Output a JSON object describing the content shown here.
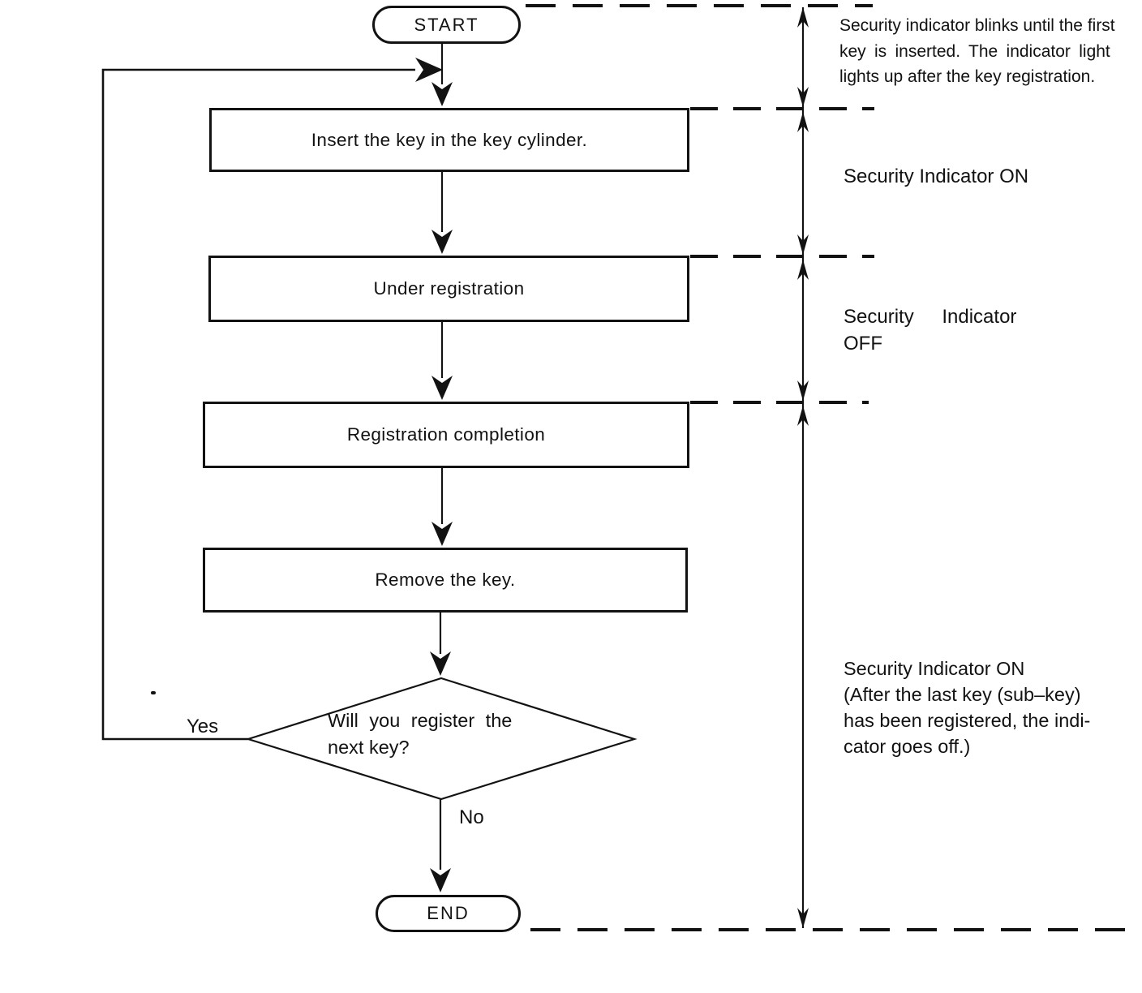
{
  "flowchart": {
    "start_label": "START",
    "end_label": "END",
    "steps": [
      {
        "label": "Insert the key in the key cylinder."
      },
      {
        "label": "Under registration"
      },
      {
        "label": "Registration completion"
      },
      {
        "label": "Remove the key."
      }
    ],
    "decision": {
      "line1": "Will you register the",
      "line2": "next key?",
      "yes_label": "Yes",
      "no_label": "No"
    },
    "annotations": [
      {
        "lines": [
          "Security indicator blinks until the first",
          "key is inserted. The indicator light",
          "lights up after the key registration."
        ]
      },
      {
        "lines": [
          "Security Indicator ON"
        ]
      },
      {
        "lines": [
          "Security Indicator",
          "OFF"
        ]
      },
      {
        "lines": [
          "Security Indicator ON",
          "(After the last key (sub–key)",
          "has been registered, the indi-",
          "cator goes off.)"
        ]
      }
    ],
    "colors": {
      "ink": "#121212",
      "paper": "#ffffff"
    }
  }
}
